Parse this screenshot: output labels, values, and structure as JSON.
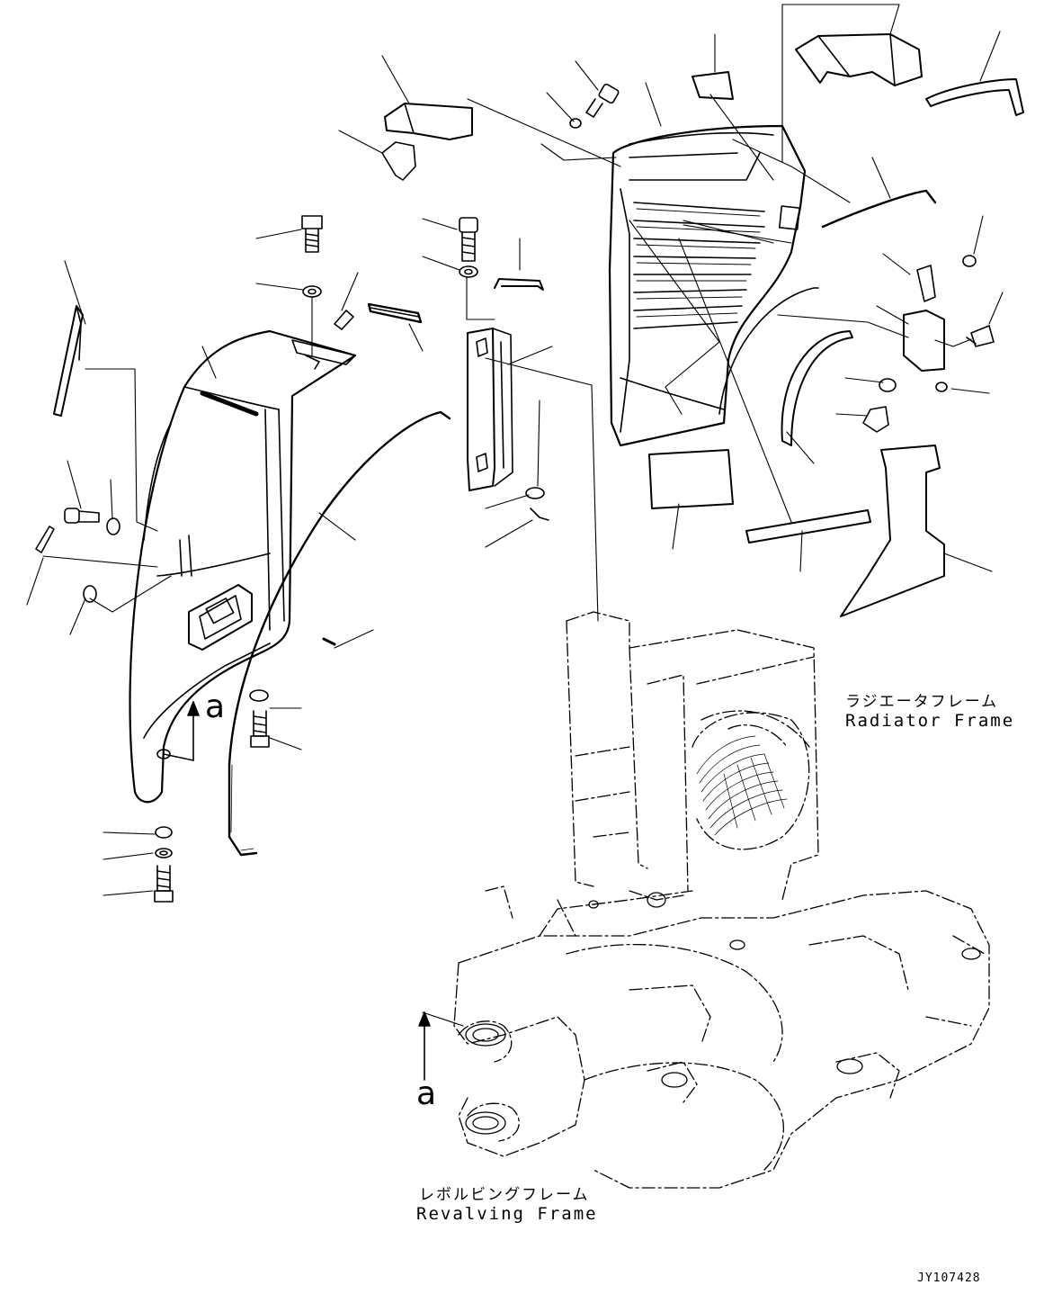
{
  "labels": {
    "radiator_frame_jp": "ラジエータフレーム",
    "radiator_frame_en": "Radiator Frame",
    "revolving_frame_jp": "レボルビングフレーム",
    "revolving_frame_en": "Revalving Frame",
    "view_letter_upper": "a",
    "view_letter_lower": "a",
    "drawing_code": "JY107428"
  }
}
